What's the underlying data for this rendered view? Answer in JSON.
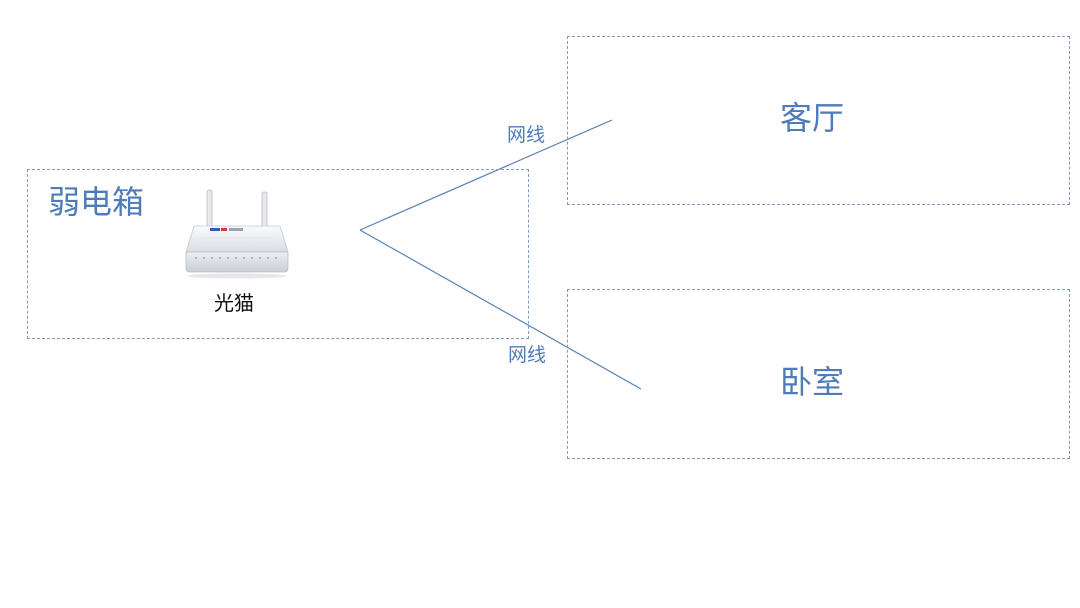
{
  "zones": {
    "weak_box": {
      "title": "弱电箱"
    },
    "living_room": {
      "title": "客厅"
    },
    "bedroom": {
      "title": "卧室"
    }
  },
  "device": {
    "label": "光猫",
    "icon": "router-icon"
  },
  "connections": [
    {
      "label": "网线",
      "to": "客厅"
    },
    {
      "label": "网线",
      "to": "卧室"
    }
  ],
  "colors": {
    "accent": "#4f7bb8",
    "border": "#7f9bbd",
    "line": "#5a82b8",
    "text": "#111111"
  }
}
